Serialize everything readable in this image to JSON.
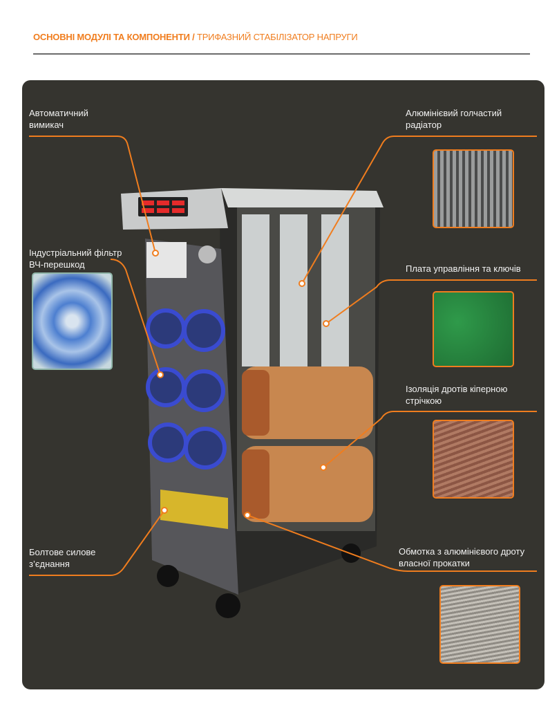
{
  "header": {
    "section": "ОСНОВНІ МОДУЛІ ТА КОМПОНЕНТИ",
    "separator": " / ",
    "subtitle": "ТРИФАЗНИЙ СТАБІЛІЗАТОР НАПРУГИ"
  },
  "callouts": {
    "breaker": {
      "line1": "Автоматичний",
      "line2": "вимикач"
    },
    "filter": {
      "line1": "Індустріальний фільтр",
      "line2": "ВЧ-перешкод"
    },
    "bolt": {
      "line1": "Болтове силове",
      "line2": "з’єднання"
    },
    "radiator": {
      "line1": "Алюмінієвий голчастий",
      "line2": "радіатор"
    },
    "board": {
      "line1": "Плата управління та ключів"
    },
    "insulation": {
      "line1": "Ізоляція дротів кіперною",
      "line2": "стрічкою"
    },
    "winding": {
      "line1": "Обмотка з алюмінієвого дроту",
      "line2": "власної прокатки"
    }
  },
  "colors": {
    "accent": "#f07d1e",
    "panel": "#35342f"
  }
}
